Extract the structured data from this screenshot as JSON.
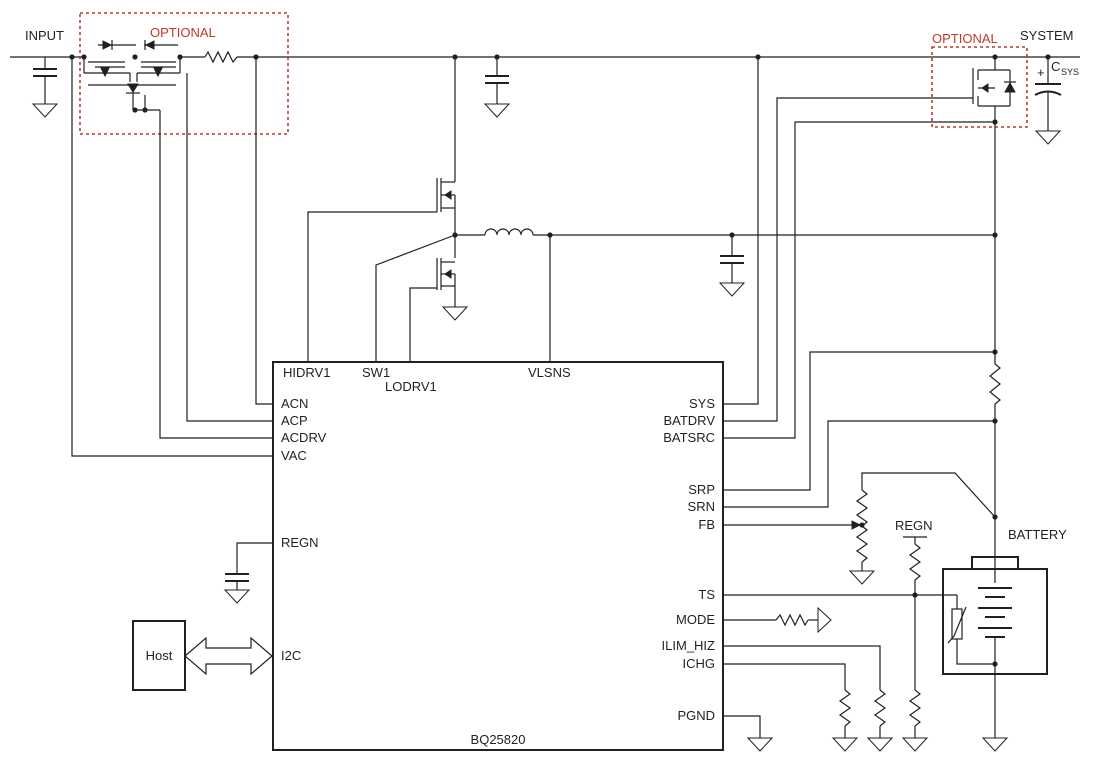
{
  "nets": {
    "input": "INPUT",
    "system": "SYSTEM",
    "optional": "OPTIONAL",
    "csys": "C",
    "csys_sub": "SYS",
    "plus": "+",
    "regn": "REGN",
    "battery": "BATTERY"
  },
  "ic": {
    "name": "BQ25820",
    "pins": {
      "hidrv1": "HIDRV1",
      "sw1": "SW1",
      "lodrv1": "LODRV1",
      "vlsns": "VLSNS",
      "acn": "ACN",
      "acp": "ACP",
      "acdrv": "ACDRV",
      "vac": "VAC",
      "regn": "REGN",
      "i2c": "I2C",
      "sys": "SYS",
      "batdrv": "BATDRV",
      "batsrc": "BATSRC",
      "srp": "SRP",
      "srn": "SRN",
      "fb": "FB",
      "ts": "TS",
      "mode": "MODE",
      "ilim_hiz": "ILIM_HIZ",
      "ichg": "ICHG",
      "pgnd": "PGND"
    }
  },
  "host": {
    "label": "Host"
  },
  "colors": {
    "ink": "#231f20",
    "optional_box": "#c0392b"
  }
}
